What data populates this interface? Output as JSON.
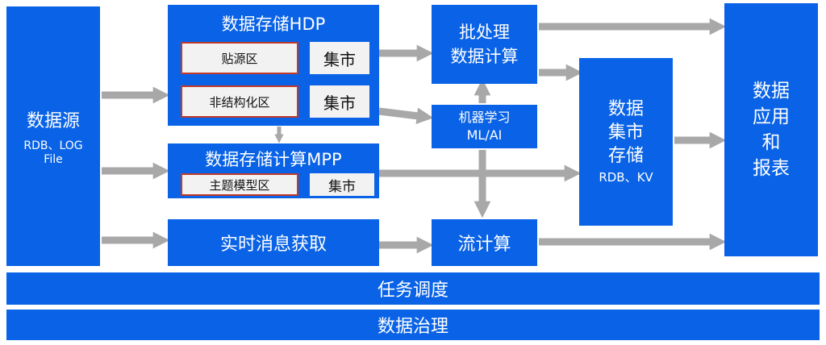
{
  "source": {
    "title": "数据源",
    "sub1": "RDB、LOG",
    "sub2": "File"
  },
  "hdp": {
    "title": "数据存储HDP",
    "zone1": "贴源区",
    "zone2": "非结构化区",
    "mart1": "集市",
    "mart2": "集市"
  },
  "mpp": {
    "title": "数据存储计算MPP",
    "zone": "主题模型区",
    "mart": "集市"
  },
  "realtime": {
    "label": "实时消息获取"
  },
  "batch": {
    "line1": "批处理",
    "line2": "数据计算"
  },
  "ml": {
    "line1": "机器学习",
    "line2": "ML/AI"
  },
  "stream": {
    "label": "流计算"
  },
  "datamart": {
    "line1": "数据",
    "line2": "集市",
    "line3": "存储",
    "line4": "RDB、KV"
  },
  "app": {
    "line1": "数据",
    "line2": "应用",
    "line3": "和",
    "line4": "报表"
  },
  "bottom": {
    "scheduling": "任务调度",
    "governance": "数据治理"
  },
  "colors": {
    "block": "#0a63e6",
    "arrow": "#a8a8a8",
    "zone_border": "#c0392b"
  }
}
